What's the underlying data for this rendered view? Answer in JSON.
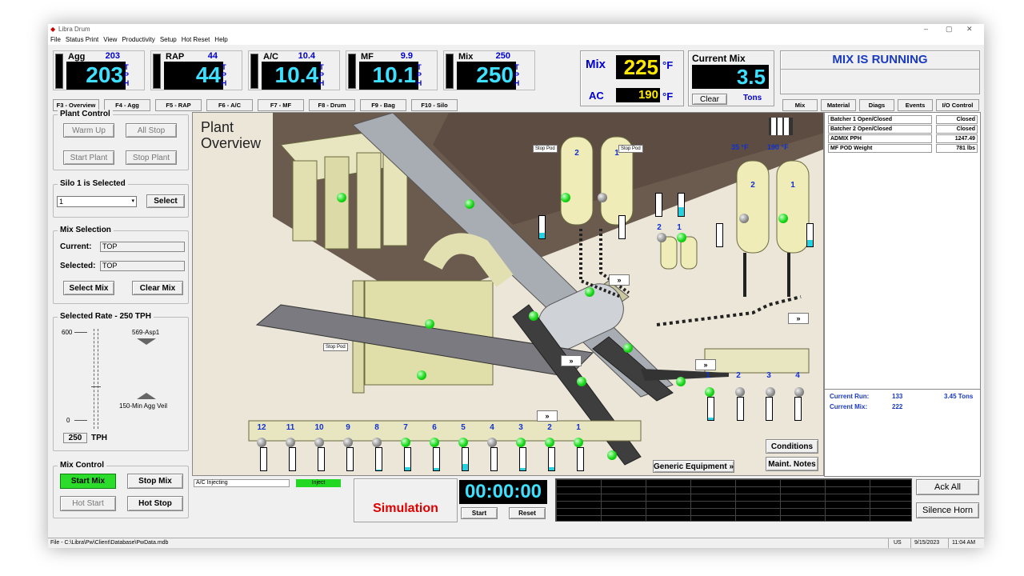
{
  "window": {
    "title": "Libra Drum"
  },
  "menu": [
    "File",
    "Status Print",
    "View",
    "Productivity",
    "Setup",
    "Hot Reset",
    "Help"
  ],
  "meters": [
    {
      "label": "Agg",
      "value": "203",
      "display": "203"
    },
    {
      "label": "RAP",
      "value": "44",
      "display": "44"
    },
    {
      "label": "A/C",
      "value": "10.4",
      "display": "10.4"
    },
    {
      "label": "MF",
      "value": "9.9",
      "display": "10.1"
    },
    {
      "label": "Mix",
      "value": "250",
      "display": "250"
    }
  ],
  "tph": [
    "T",
    "P",
    "H"
  ],
  "temps": {
    "mix_label": "Mix",
    "mix_value": "225",
    "ac_label": "AC",
    "ac_value": "190",
    "unit": "°F"
  },
  "current_mix": {
    "title": "Current Mix",
    "value": "3.5",
    "clear": "Clear",
    "unit": "Tons"
  },
  "status": {
    "message": "MIX IS RUNNING"
  },
  "ftabs": [
    "F3 - Overview",
    "F4 - Agg",
    "F5 - RAP",
    "F6 - A/C",
    "F7 - MF",
    "F8 - Drum",
    "F9 - Bag",
    "F10 - Silo"
  ],
  "rtabs": [
    "Mix",
    "Material",
    "Diags",
    "Events",
    "I/O Control"
  ],
  "plant_control": {
    "title": "Plant Control",
    "warm_up": "Warm Up",
    "all_stop": "All Stop",
    "start_plant": "Start Plant",
    "stop_plant": "Stop Plant"
  },
  "silo": {
    "title": "Silo 1 is Selected",
    "value": "1",
    "select": "Select"
  },
  "mix_selection": {
    "title": "Mix Selection",
    "current_label": "Current:",
    "current": "TOP",
    "selected_label": "Selected:",
    "selected": "TOP",
    "select_mix": "Select Mix",
    "clear_mix": "Clear Mix"
  },
  "rate": {
    "title": "Selected Rate - 250 TPH",
    "top": "600",
    "zero": "0",
    "limit_hi": "569-Asp1",
    "limit_lo": "150-Min Agg Veil",
    "value": "250",
    "unit": "TPH"
  },
  "mix_control": {
    "title": "Mix Control",
    "start_mix": "Start Mix",
    "stop_mix": "Stop Mix",
    "hot_start": "Hot Start",
    "hot_stop": "Hot Stop"
  },
  "plant": {
    "title_line1": "Plant",
    "title_line2": "Overview",
    "stop_pod": "Stop Pod",
    "temp1": "35 °F",
    "temp2": "190 °F",
    "bins": [
      "12",
      "11",
      "10",
      "9",
      "8",
      "7",
      "6",
      "5",
      "4",
      "3",
      "2",
      "1"
    ],
    "rap_bins": [
      "1",
      "2",
      "3",
      "4"
    ],
    "silos": [
      "2",
      "1"
    ],
    "mf": [
      "2",
      "1"
    ],
    "ac_tanks": [
      "2",
      "1"
    ],
    "generic": "Generic Equipment »",
    "conditions": "Conditions",
    "maint": "Maint. Notes",
    "chev": "»"
  },
  "info_table": [
    {
      "label": "Batcher 1 Open/Closed",
      "value": "Closed"
    },
    {
      "label": "Batcher 2 Open/Closed",
      "value": "Closed"
    },
    {
      "label": "ADMIX PPH",
      "value": "1247.49"
    },
    {
      "label": "MF POD Weight",
      "value": "781 lbs"
    }
  ],
  "run": {
    "current_run_label": "Current Run:",
    "current_run": "133",
    "current_run_tons": "3.45 Tons",
    "current_mix_label": "Current Mix:",
    "current_mix": "222"
  },
  "bottom": {
    "ac_injecting": "A/C Injecting",
    "inject": "Inject",
    "simulation": "Simulation",
    "timer": "00:00:00",
    "start": "Start",
    "reset": "Reset",
    "ack_all": "Ack All",
    "silence": "Silence Horn"
  },
  "statusbar": {
    "path": "File - C:\\Libra\\Pw\\Client\\Database\\PwData.mdb",
    "locale": "US",
    "date": "9/15/2023",
    "time": "11:04 AM"
  },
  "window_controls": [
    "–",
    "▢",
    "✕"
  ],
  "colors": {
    "accent": "#0000d0",
    "running": "#1a3ac0",
    "good": "#22d822",
    "alarm": "#e00000"
  }
}
